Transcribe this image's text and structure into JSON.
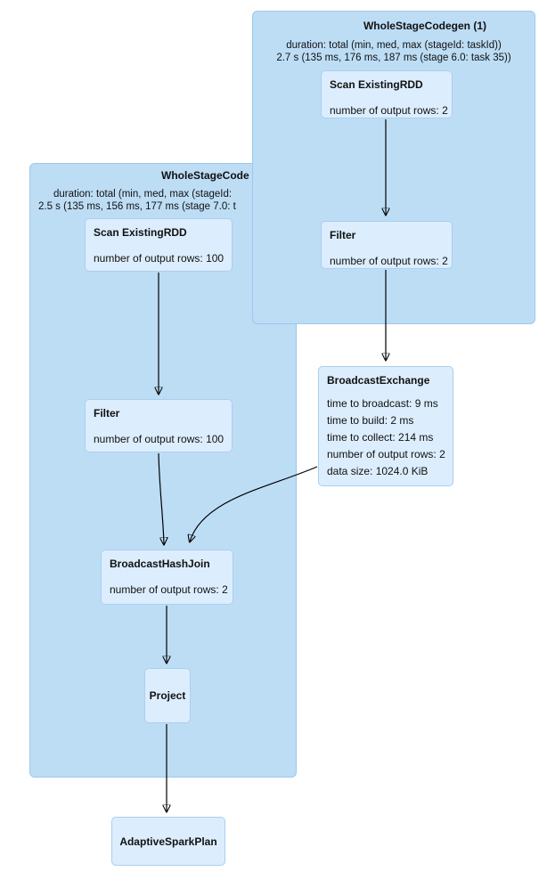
{
  "diagram": {
    "kind": "spark-sql-query-plan",
    "clusters": [
      {
        "title": "WholeStageCodegen (1)",
        "duration_line1": "duration: total (min, med, max (stageId: taskId))",
        "duration_line2": "2.7 s (135 ms, 176 ms, 187 ms (stage 6.0: task 35))"
      },
      {
        "title": "WholeStageCode",
        "duration_line1": "duration: total (min, med, max (stageId:",
        "duration_line2": "2.5 s (135 ms, 156 ms, 177 ms (stage 7.0: t"
      }
    ],
    "nodes": [
      {
        "title": "Scan ExistingRDD",
        "metrics": [
          "number of output rows: 2"
        ]
      },
      {
        "title": "Filter",
        "metrics": [
          "number of output rows: 2"
        ]
      },
      {
        "title": "Scan ExistingRDD",
        "metrics": [
          "number of output rows: 100"
        ]
      },
      {
        "title": "Filter",
        "metrics": [
          "number of output rows: 100"
        ]
      },
      {
        "title": "BroadcastExchange",
        "metrics": [
          "time to broadcast: 9 ms",
          "time to build: 2 ms",
          "time to collect: 214 ms",
          "number of output rows: 2",
          "data size: 1024.0 KiB"
        ]
      },
      {
        "title": "BroadcastHashJoin",
        "metrics": [
          "number of output rows: 2"
        ]
      },
      {
        "title": "Project",
        "metrics": []
      },
      {
        "title": "AdaptiveSparkPlan",
        "metrics": []
      }
    ],
    "edges": [
      {
        "from": "Scan ExistingRDD (1)",
        "to": "Filter (1)"
      },
      {
        "from": "Filter (1)",
        "to": "BroadcastExchange"
      },
      {
        "from": "BroadcastExchange",
        "to": "BroadcastHashJoin"
      },
      {
        "from": "Scan ExistingRDD (2)",
        "to": "Filter (2)"
      },
      {
        "from": "Filter (2)",
        "to": "BroadcastHashJoin"
      },
      {
        "from": "BroadcastHashJoin",
        "to": "Project"
      },
      {
        "from": "Project",
        "to": "AdaptiveSparkPlan"
      }
    ],
    "colors": {
      "cluster_fill": "#BDDDF5",
      "cluster_border": "#9CC7EE",
      "node_fill": "#DCEDFD",
      "node_border": "#A9CFF0",
      "edge": "#000000"
    }
  }
}
